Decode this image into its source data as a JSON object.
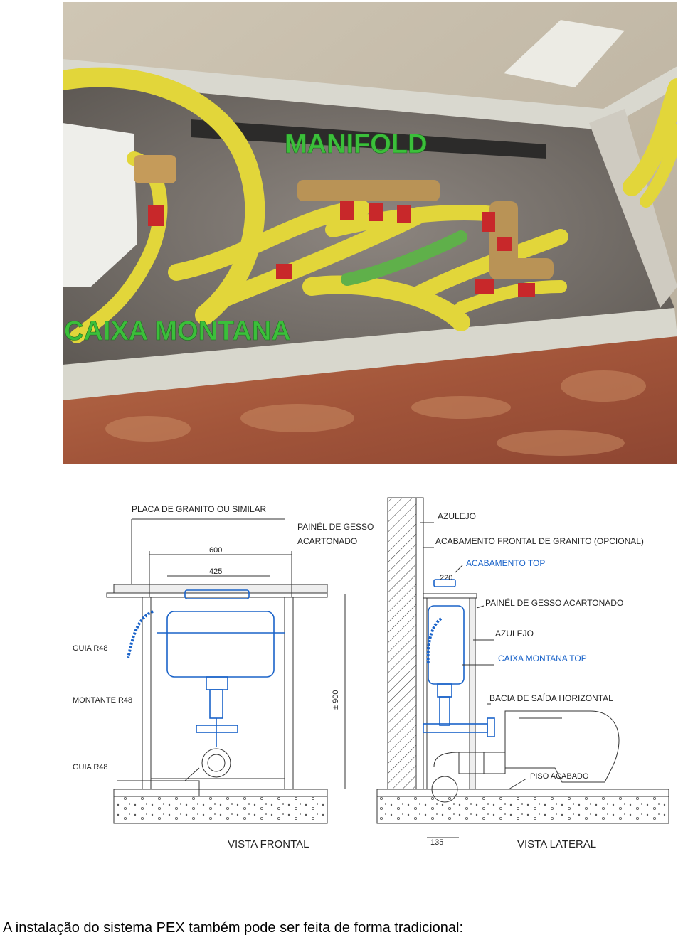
{
  "photo": {
    "label_manifold": "MANIFOLD",
    "label_caixa": "CAIXA MONTANA"
  },
  "front_view": {
    "placa": "PLACA DE GRANITO OU SIMILAR",
    "painel_1": "PAINÉL DE GESSO",
    "painel_2": "ACARTONADO",
    "dim_600": "600",
    "dim_425": "425",
    "guia_top": "GUIA R48",
    "montante": "MONTANTE R48",
    "guia_bottom": "GUIA R48",
    "dim_900": "± 900",
    "title": "VISTA FRONTAL"
  },
  "side_view": {
    "azulejo_1": "AZULEJO",
    "acabamento_frontal": "ACABAMENTO FRONTAL DE GRANITO (OPCIONAL)",
    "acabamento_top": "ACABAMENTO TOP",
    "dim_220": "220",
    "painel": "PAINÉL DE GESSO ACARTONADO",
    "azulejo_2": "AZULEJO",
    "caixa_top": "CAIXA MONTANA TOP",
    "bacia": "BACIA DE SAÍDA HORIZONTAL",
    "piso": "PISO ACABADO",
    "dim_135": "135",
    "title": "VISTA LATERAL"
  },
  "caption": "A instalação do sistema PEX também pode ser feita de forma tradicional:",
  "colors": {
    "pipe_yellow": "#e2d63a",
    "label_green": "#3bbf3a",
    "blue_line": "#1a63c9",
    "marble": "#a8583b"
  }
}
